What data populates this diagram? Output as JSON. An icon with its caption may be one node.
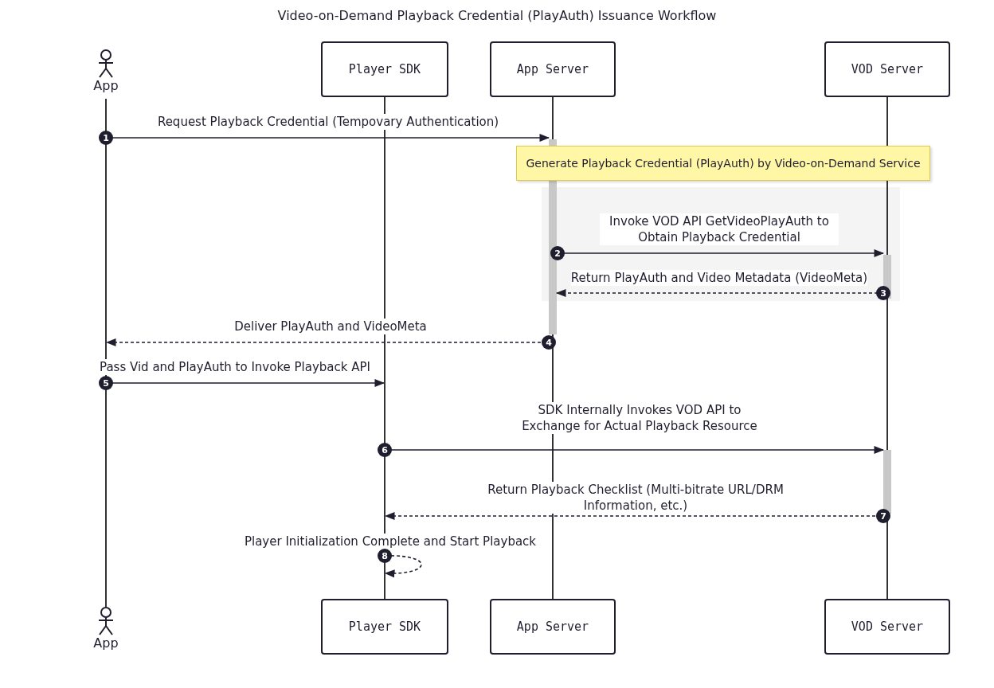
{
  "diagram": {
    "title": "Video-on-Demand Playback Credential (PlayAuth) Issuance Workflow",
    "nodes": [
      {
        "text": [
          "App"
        ]
      },
      {
        "text": [
          "Player SDK"
        ]
      },
      {
        "text": [
          "App Server"
        ]
      },
      {
        "text": [
          "VOD Server"
        ]
      },
      {
        "text": [
          "Generate Playback Credential (PlayAuth) by Video-on-Demand Service"
        ]
      },
      {
        "text": [
          "App"
        ]
      },
      {
        "text": [
          "Player SDK"
        ]
      },
      {
        "text": [
          "App Server"
        ]
      },
      {
        "text": [
          "VOD Server"
        ]
      },
      {
        "text": [],
        "shape": "bar"
      },
      {
        "text": [],
        "shape": "bar"
      },
      {
        "text": [],
        "shape": "bar"
      },
      {
        "text": [],
        "shape": "bar"
      }
    ],
    "edges": [
      {
        "from": 9,
        "to": 11,
        "arrow": "to",
        "label": "Request Playback Credential (Tempovary Authentication)"
      },
      {
        "from": 11,
        "to": 12,
        "arrow": "to",
        "label": "Invoke VOD API GetVideoPlayAuth to Obtain Playback Credential"
      },
      {
        "from": 12,
        "to": 11,
        "arrow": "to",
        "style": "dashed",
        "label": "Return PlayAuth and Video Metadata (VideoMeta)"
      },
      {
        "from": 11,
        "to": 9,
        "arrow": "to",
        "style": "dashed",
        "label": "Deliver PlayAuth and VideoMeta"
      },
      {
        "from": 9,
        "to": 10,
        "arrow": "to",
        "label": "Pass Vid and PlayAuth to Invoke Playback API"
      },
      {
        "from": 10,
        "to": 12,
        "arrow": "to",
        "label": "SDK Internally Invokes VOD API to Exchange for Actual Playback Resource"
      },
      {
        "from": 12,
        "to": 10,
        "arrow": "to",
        "style": "dashed",
        "label": "Return Playback Checklist (Multi-bitrate URL/DRM Information, etc.)"
      },
      {
        "from": 10,
        "to": 10,
        "arrow": "to",
        "style": "dashed",
        "label": "Player Initialization Complete and Start Playback"
      }
    ],
    "labels": [
      "1",
      "2",
      "3",
      "4",
      "5",
      "6",
      "7",
      "8"
    ]
  }
}
